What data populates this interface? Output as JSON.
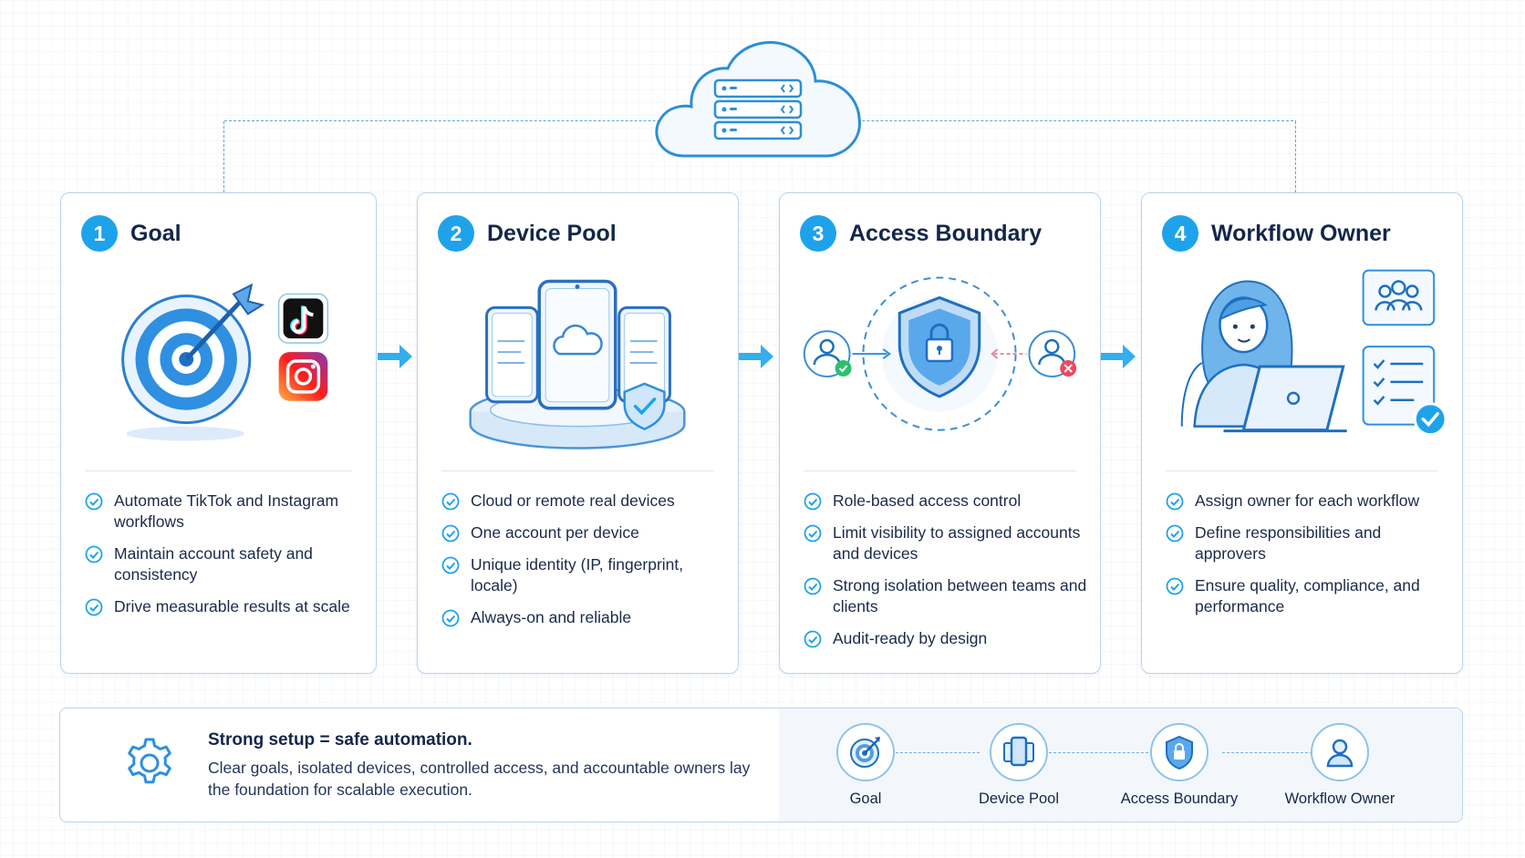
{
  "cloud": {
    "icon": "cloud-server-icon"
  },
  "cards": [
    {
      "number": "1",
      "title": "Goal",
      "icon": "target-icon",
      "points": [
        "Automate TikTok and Instagram workflows",
        "Maintain account safety and consistency",
        "Drive measurable results at scale"
      ]
    },
    {
      "number": "2",
      "title": "Device Pool",
      "icon": "phones-icon",
      "points": [
        "Cloud or remote real devices",
        "One account per device",
        "Unique identity (IP, fingerprint, locale)",
        "Always-on and reliable"
      ]
    },
    {
      "number": "3",
      "title": "Access Boundary",
      "icon": "shield-lock-icon",
      "points": [
        "Role-based access control",
        "Limit visibility to assigned accounts and devices",
        "Strong isolation between teams and clients",
        "Audit-ready by design"
      ]
    },
    {
      "number": "4",
      "title": "Workflow Owner",
      "icon": "owner-icon",
      "points": [
        "Assign owner for each workflow",
        "Define responsibilities and approvers",
        "Ensure quality, compliance, and performance"
      ]
    }
  ],
  "banner": {
    "title": "Strong setup = safe automation.",
    "text": "Clear goals, isolated devices, controlled access, and accountable owners lay the foundation for scalable execution.",
    "steps": [
      {
        "label": "Goal",
        "icon": "target-icon"
      },
      {
        "label": "Device Pool",
        "icon": "phone-icon"
      },
      {
        "label": "Access Boundary",
        "icon": "shield-lock-icon"
      },
      {
        "label": "Workflow Owner",
        "icon": "person-icon"
      }
    ]
  },
  "colors": {
    "accent": "#1ea3ea",
    "text": "#14264b",
    "border": "#b9d3ee"
  }
}
